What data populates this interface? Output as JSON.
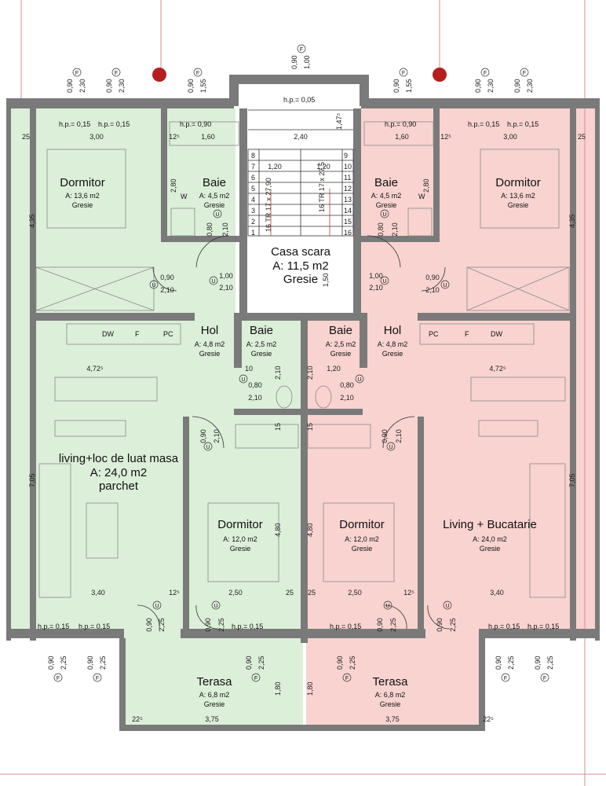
{
  "colors": {
    "left_zone": "#dcefd9",
    "right_zone": "#f8d3d0",
    "wall": "#6d6d6d",
    "dim_red": "#c0392b",
    "marker": "#b51e1e"
  },
  "rooms": {
    "dormitor_tl": {
      "name": "Dormitor",
      "area": "A: 13,6 m2",
      "floor": "Gresie"
    },
    "baie_tl": {
      "name": "Baie",
      "area": "A: 4,5 m2",
      "floor": "Gresie"
    },
    "casa_scara": {
      "name": "Casa scara",
      "area": "A: 11,5 m2",
      "floor": "Gresie"
    },
    "baie_tr": {
      "name": "Baie",
      "area": "A: 4,5 m2",
      "floor": "Gresie"
    },
    "dormitor_tr": {
      "name": "Dormitor",
      "area": "A: 13,6 m2",
      "floor": "Gresie"
    },
    "hol_l": {
      "name": "Hol",
      "area": "A: 4,8 m2",
      "floor": "Gresie"
    },
    "baie_cl": {
      "name": "Baie",
      "area": "A: 2,5 m2",
      "floor": "Gresie"
    },
    "baie_cr": {
      "name": "Baie",
      "area": "A: 2,5 m2",
      "floor": "Gresie"
    },
    "hol_r": {
      "name": "Hol",
      "area": "A: 4,8 m2",
      "floor": "Gresie"
    },
    "living_l": {
      "name": "living+loc de luat masa",
      "area": "A: 24,0 m2",
      "floor": "parchet"
    },
    "dormitor_bl": {
      "name": "Dormitor",
      "area": "A: 12,0 m2",
      "floor": "Gresie"
    },
    "dormitor_br": {
      "name": "Dormitor",
      "area": "A: 12,0 m2",
      "floor": "Gresie"
    },
    "living_r": {
      "name": "Living + Bucatarie",
      "area": "A: 24,0 m2",
      "floor": "Gresie"
    },
    "terasa_l": {
      "name": "Terasa",
      "area": "A: 6,8 m2",
      "floor": "Gresie"
    },
    "terasa_r": {
      "name": "Terasa",
      "area": "A: 6,8 m2",
      "floor": "Gresie"
    }
  },
  "stairs": {
    "left_steps": [
      "8",
      "7",
      "6",
      "5",
      "4",
      "3",
      "2",
      "1"
    ],
    "right_steps": [
      "9",
      "10",
      "11",
      "12",
      "13",
      "14",
      "15",
      "16"
    ],
    "left_note": "16 TR 17 x 27,90",
    "right_note": "16 TR 17 x 27,5"
  },
  "appliances": {
    "dw": "DW",
    "f": "F",
    "pc": "PC"
  },
  "labels": {
    "hp_005": "h.p.= 0,05",
    "hp_015": "h.p.= 0,15",
    "hp_090": "h.p.= 0,90",
    "f": "F",
    "w": "W",
    "u": "U"
  },
  "dims": {
    "win_090": "0,90",
    "win_100": "1,00",
    "win_155": "1,55",
    "win_230": "2,30",
    "win_225": "2,25",
    "door_080": "0,80",
    "door_090": "0,90",
    "door_100": "1,00",
    "door_210": "2,10",
    "d_300": "3,00",
    "d_160": "1,60",
    "d_240": "2,40",
    "d_147": "1,47⁵",
    "d_125": "12⁵",
    "d_25": "25",
    "d_120": "1,20",
    "d_280": "2,80",
    "d_435": "4,35",
    "d_150": "1,50",
    "d_472": "4,72⁵",
    "d_10": "10",
    "d_210": "2,10",
    "d_15": "15",
    "d_705": "7,05",
    "d_480": "4,80",
    "d_340": "3,40",
    "d_250": "2,50",
    "d_180": "1,80",
    "d_375": "3,75",
    "d_225": "22⁵"
  }
}
